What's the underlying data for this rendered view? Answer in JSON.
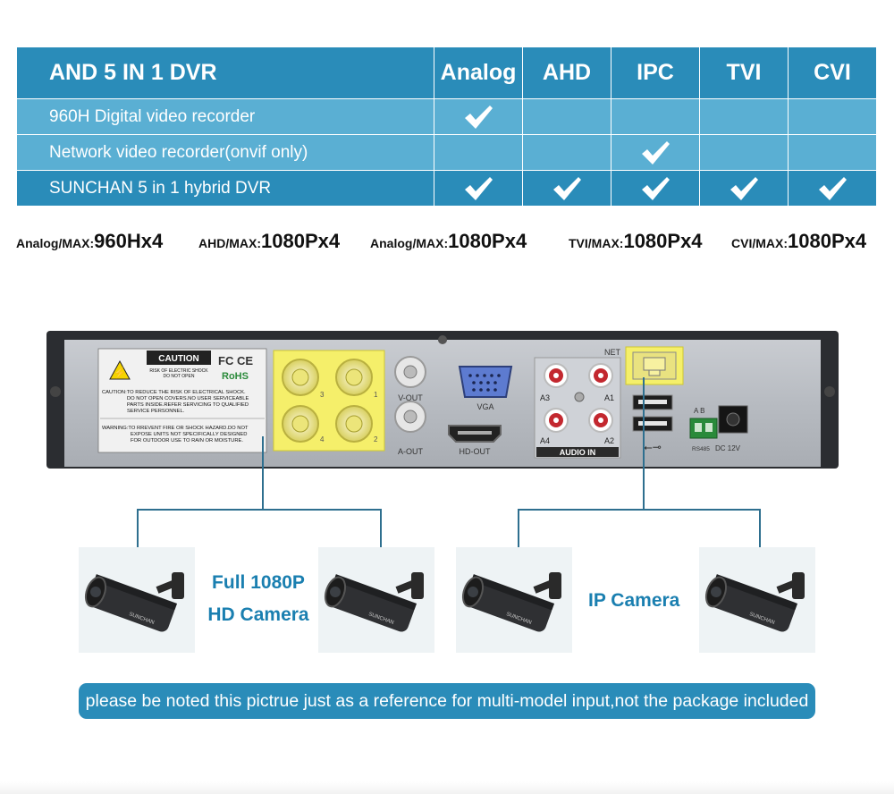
{
  "table": {
    "title": "AND 5 IN 1 DVR",
    "columns": [
      "Analog",
      "AHD",
      "IPC",
      "TVI",
      "CVI"
    ],
    "rows": [
      {
        "label": "960H Digital video recorder",
        "checks": [
          true,
          false,
          false,
          false,
          false
        ]
      },
      {
        "label": "Network video recorder(onvif only)",
        "checks": [
          false,
          false,
          true,
          false,
          false
        ]
      },
      {
        "label": "SUNCHAN 5 in 1 hybrid DVR",
        "checks": [
          true,
          true,
          true,
          true,
          true
        ]
      }
    ]
  },
  "max_specs": [
    {
      "label": "Analog/MAX:",
      "value": "960Hx4"
    },
    {
      "label": "AHD/MAX:",
      "value": "1080Px4"
    },
    {
      "label": "Analog/MAX:",
      "value": "1080Px4"
    },
    {
      "label": "TVI/MAX:",
      "value": "1080Px4"
    },
    {
      "label": "CVI/MAX:",
      "value": "1080Px4"
    }
  ],
  "dvr": {
    "caution_title": "CAUTION",
    "caution_sub1": "RISK OF ELECTRIC SHOCK",
    "caution_sub2": "DO NOT OPEN",
    "fc_mark": "FC CE",
    "rohs_mark": "RoHS",
    "caution_text": [
      "CAUTION:TO REDUCE THE RISK OF ELECTRICAL SHOCK.",
      "DO NOT OPEN COVERS.NO USER SERVICEABLE",
      "PARTS INSIDE.REFER SERVICING TO QUALIFIED",
      "SERVICE PERSONNEL."
    ],
    "warning_text": [
      "WARNING:TO RREVENT FIRE OR SHOCK HAZARD.DO NOT",
      "EXPOSE UNITS NOT SPECIFICALLY DESIGNED",
      "FOR OUTDOOR USE TO RAIN OR MOISTURE."
    ],
    "bnc_numbers": [
      "3",
      "1",
      "4",
      "2"
    ],
    "vout_label": "V-OUT",
    "aout_label": "A-OUT",
    "vga_label": "VGA",
    "hdout_label": "HD-OUT",
    "audio_labels": [
      "A3",
      "A1",
      "A4",
      "A2"
    ],
    "audio_in_label": "AUDIO IN",
    "net_label": "NET",
    "rs485_ab": "A  B",
    "rs485_label": "RS485",
    "dc_label": "DC 12V"
  },
  "cameras": {
    "left_label_line1": "Full 1080P",
    "left_label_line2": "HD Camera",
    "right_label": "IP Camera",
    "brand": "SUNCHAN"
  },
  "note": "please be noted this pictrue just as a reference for multi-model input,not the package included"
}
